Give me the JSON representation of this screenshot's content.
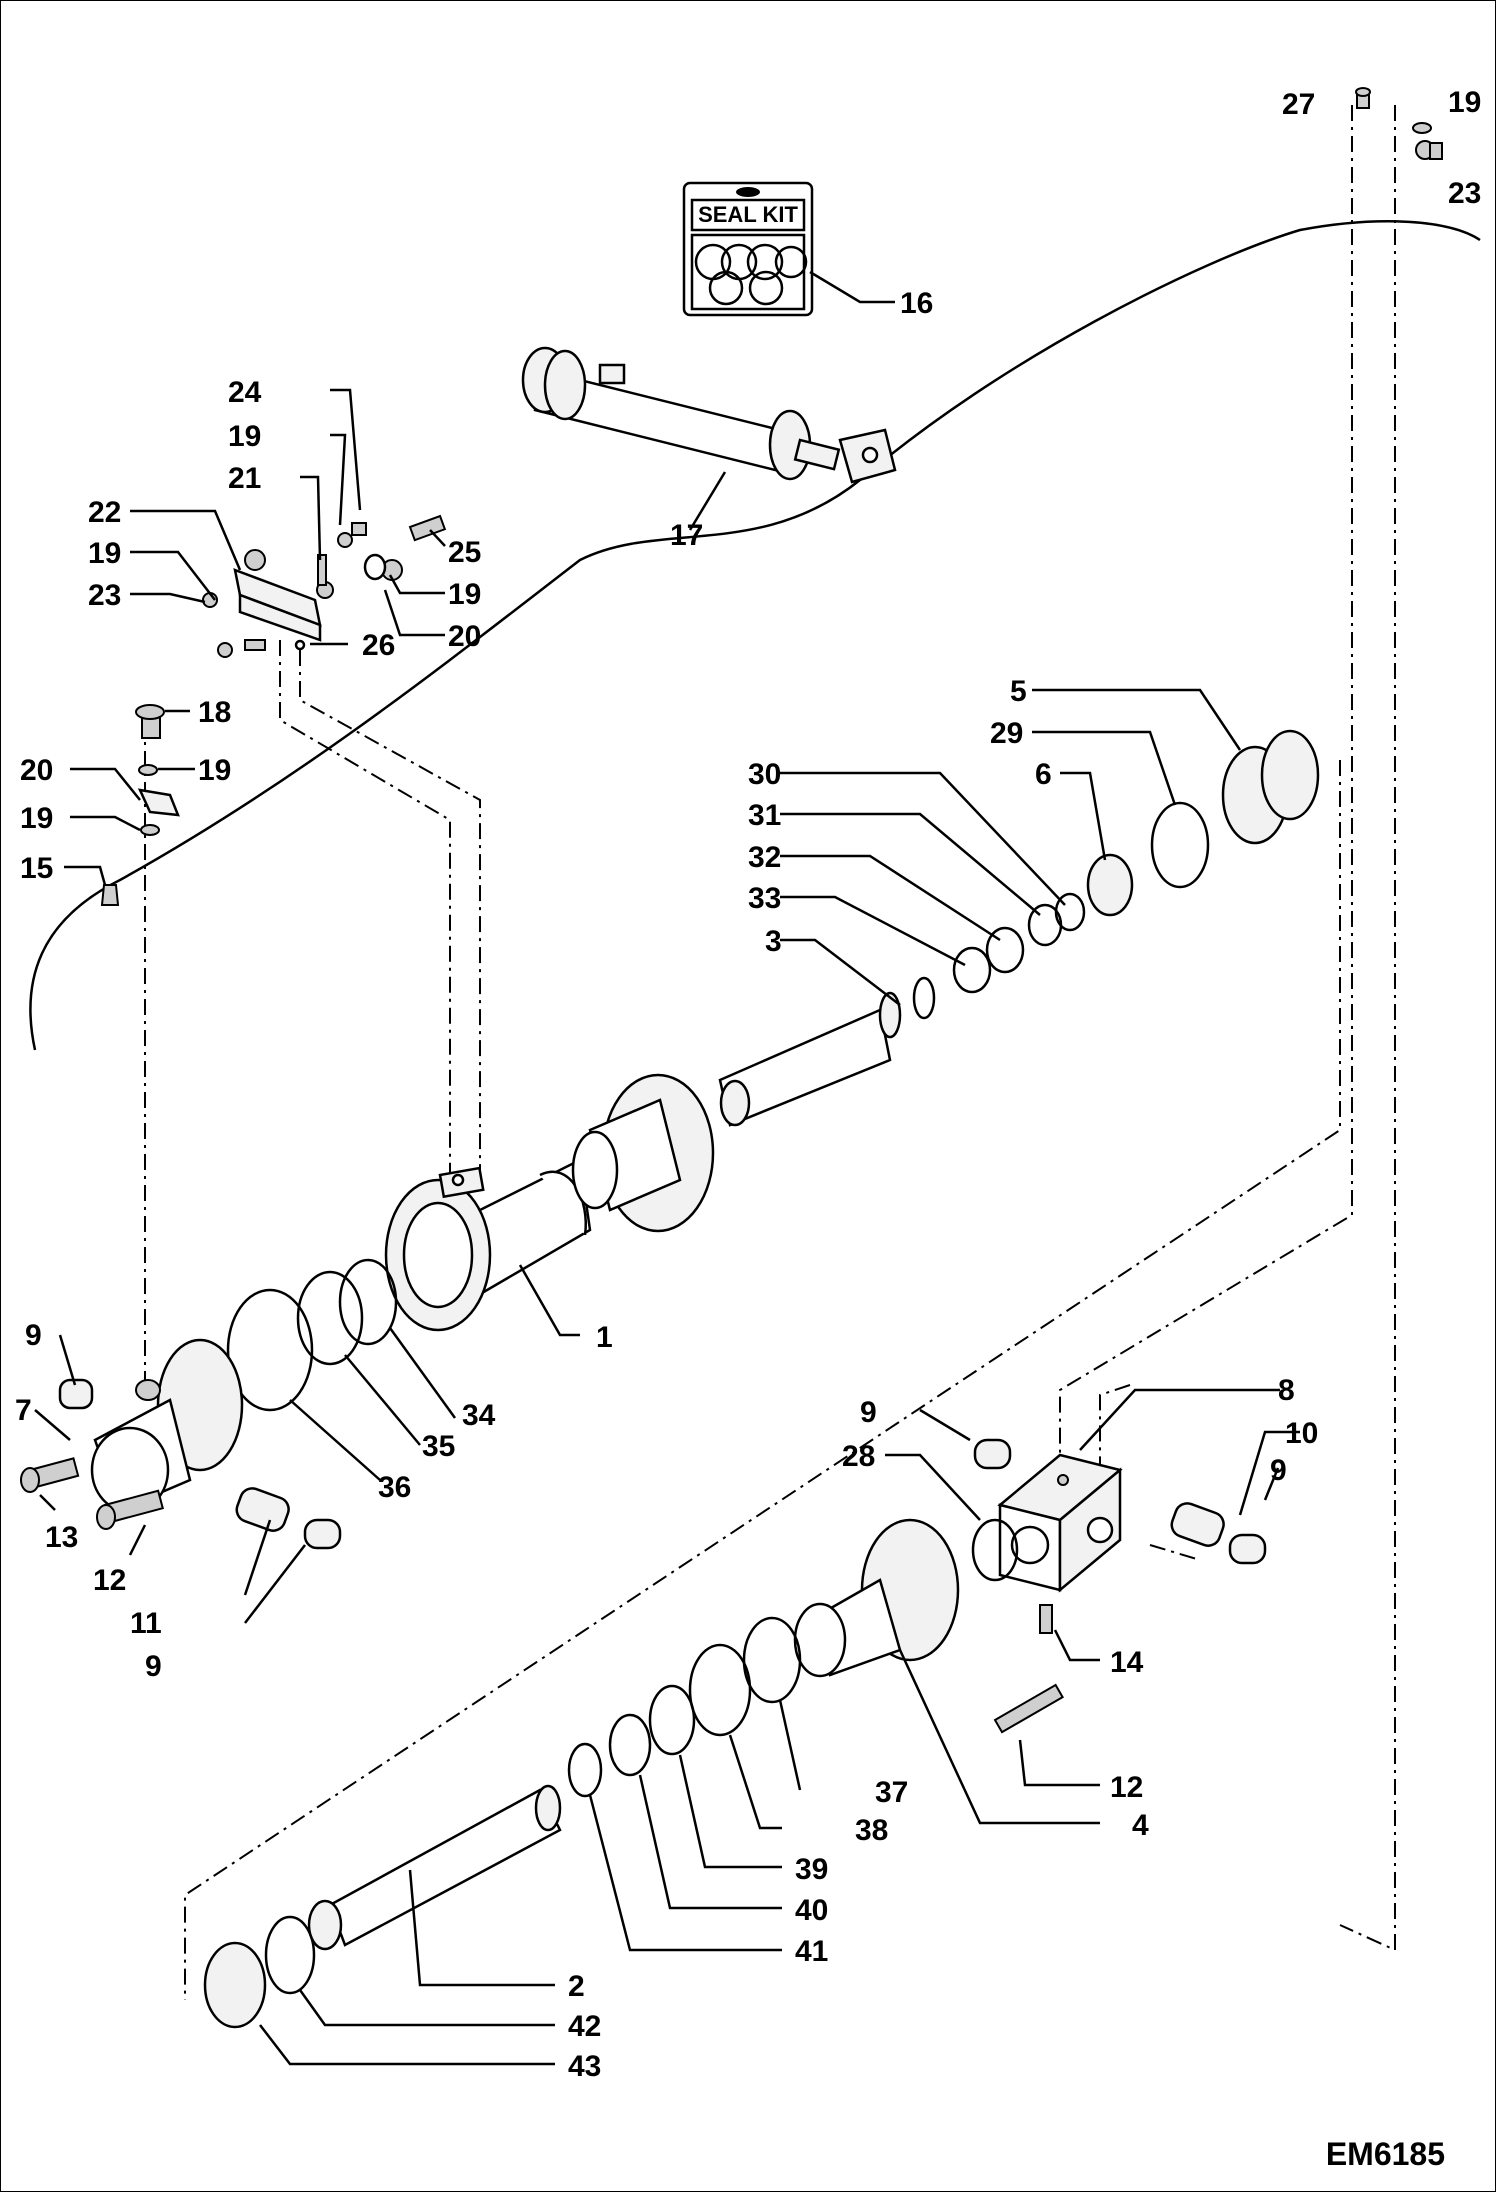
{
  "drawing_code": "EM6185",
  "seal_kit_label": "SEAL KIT",
  "callouts": [
    "1",
    "2",
    "3",
    "4",
    "5",
    "6",
    "7",
    "8",
    "9",
    "10",
    "11",
    "12",
    "13",
    "14",
    "15",
    "16",
    "17",
    "18",
    "19",
    "20",
    "21",
    "22",
    "23",
    "24",
    "25",
    "26",
    "27",
    "28",
    "29",
    "30",
    "31",
    "32",
    "33",
    "34",
    "35",
    "36",
    "37",
    "38",
    "39",
    "40",
    "41",
    "42",
    "43"
  ]
}
